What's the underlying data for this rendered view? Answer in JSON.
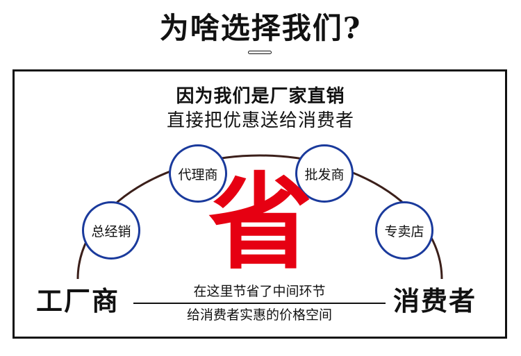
{
  "title": "为啥选择我们?",
  "intro": {
    "line1": "因为我们是厂家直销",
    "line2": "直接把优惠送给消费者"
  },
  "nodes": [
    "总经销",
    "代理商",
    "批发商",
    "专卖店"
  ],
  "center_char": "省",
  "left_label": "工厂商",
  "right_label": "消费者",
  "middle": {
    "top": "在这里节省了中间环节",
    "bottom": "给消费者实惠的价格空间"
  },
  "colors": {
    "accent_red": "#e60012",
    "circle_border": "#1a3a9c",
    "arc": "#3b1f1a",
    "frame": "#111111"
  }
}
